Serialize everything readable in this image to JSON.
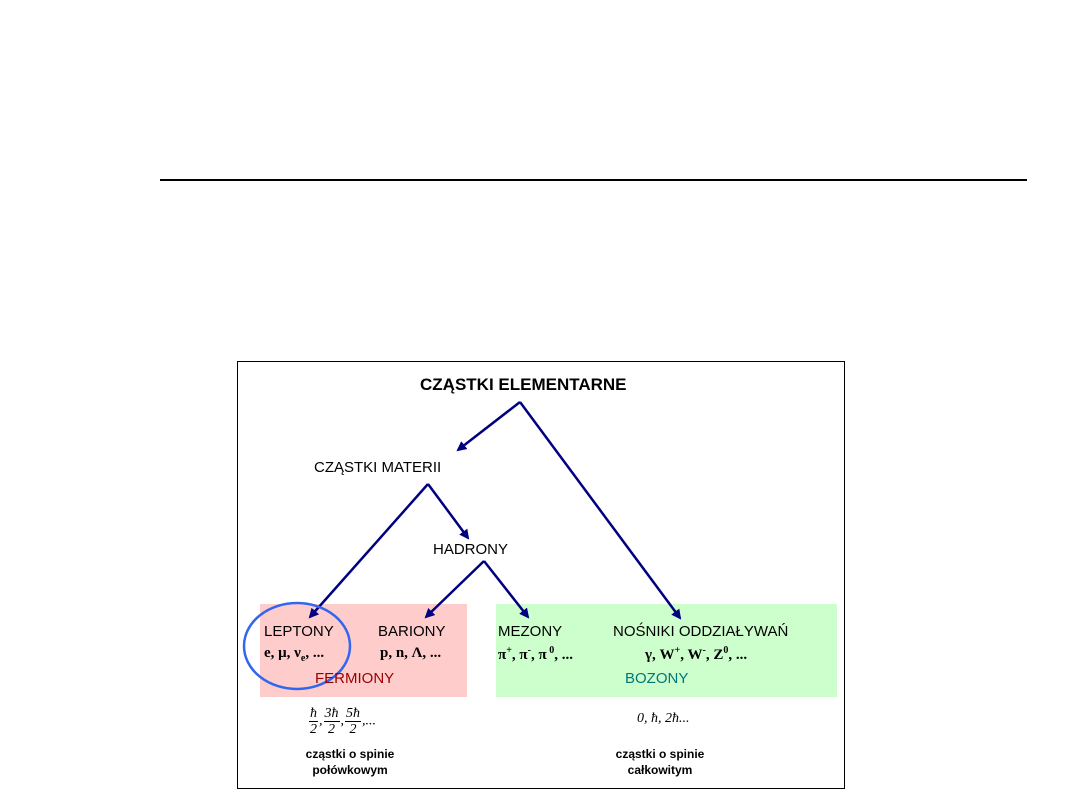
{
  "title": "CZĄSTKI ELEMENTARNE",
  "nodes": {
    "matter": "CZĄSTKI MATERII",
    "hadrons": "HADRONY",
    "leptons": "LEPTONY",
    "leptons_examples": "e, μ, νe, ...",
    "baryons": "BARIONY",
    "baryons_examples": "p, n, Λ, ...",
    "mesons": "MEZONY",
    "mesons_examples": "π+, π-, π0, ...",
    "carriers": "NOŚNIKI ODDZIAŁYWAŃ",
    "carriers_examples": "γ, W+, W-, Z0, ..."
  },
  "groups": {
    "fermions": "FERMIONY",
    "bosons": "BOZONY"
  },
  "spin": {
    "fermion_values": "ħ/2, 3ħ/2, 5ħ/2, ...",
    "fermion_caption_1": "cząstki o spinie",
    "fermion_caption_2": "połówkowym",
    "boson_values": "0, ħ, 2ħ...",
    "boson_caption_1": "cząstki o spinie",
    "boson_caption_2": "całkowitym"
  },
  "colors": {
    "fermion_box": "#ffcccc",
    "boson_box": "#ccffcc",
    "fermion_text": "#990000",
    "boson_text": "#007777",
    "arrow": "#000080",
    "circle": "#3366ee"
  }
}
